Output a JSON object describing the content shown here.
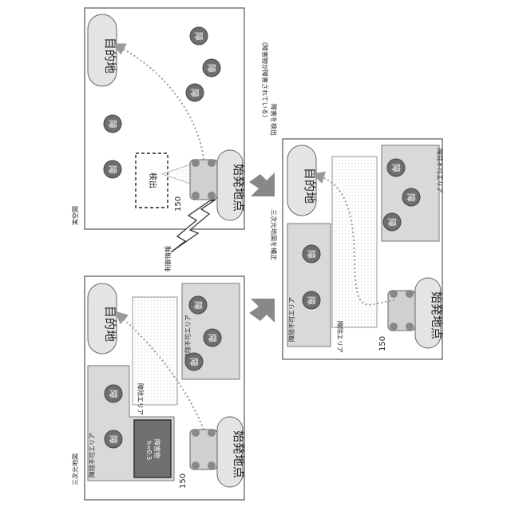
{
  "figure": {
    "panel_top": {
      "caption": "実空間",
      "destination": "目的地",
      "start": "始発地点",
      "vehicle_ref": "150",
      "detect_box": "検出",
      "obstacle_glyph": "障",
      "detect_note_1": "障害を検出",
      "detect_note_2": "（障害物が障害されている）"
    },
    "panel_bottom": {
      "caption": "三次元地図",
      "destination": "目的地",
      "start": "始発地点",
      "vehicle_ref": "150",
      "passable_area": "障除エリア",
      "impassable_area": "障除不可エリア",
      "obstacle_glyph": "障",
      "obstacle_box_1": "障害物",
      "obstacle_box_2": "h=0.5"
    },
    "panel_right": {
      "destination": "目的地",
      "start": "始発地点",
      "vehicle_ref": "150",
      "passable_area": "障除エリア",
      "impassable_area": "障除不可エリア",
      "obstacle_glyph": "障"
    },
    "labels": {
      "send_info": "制御情報",
      "correct_map": "三次元地図を補正"
    },
    "colors": {
      "obstacle": "#6e6e6e",
      "area_gray": "#d9d9d9",
      "dotted_path": "#9a9a9a",
      "dark_box": "#707070"
    }
  }
}
